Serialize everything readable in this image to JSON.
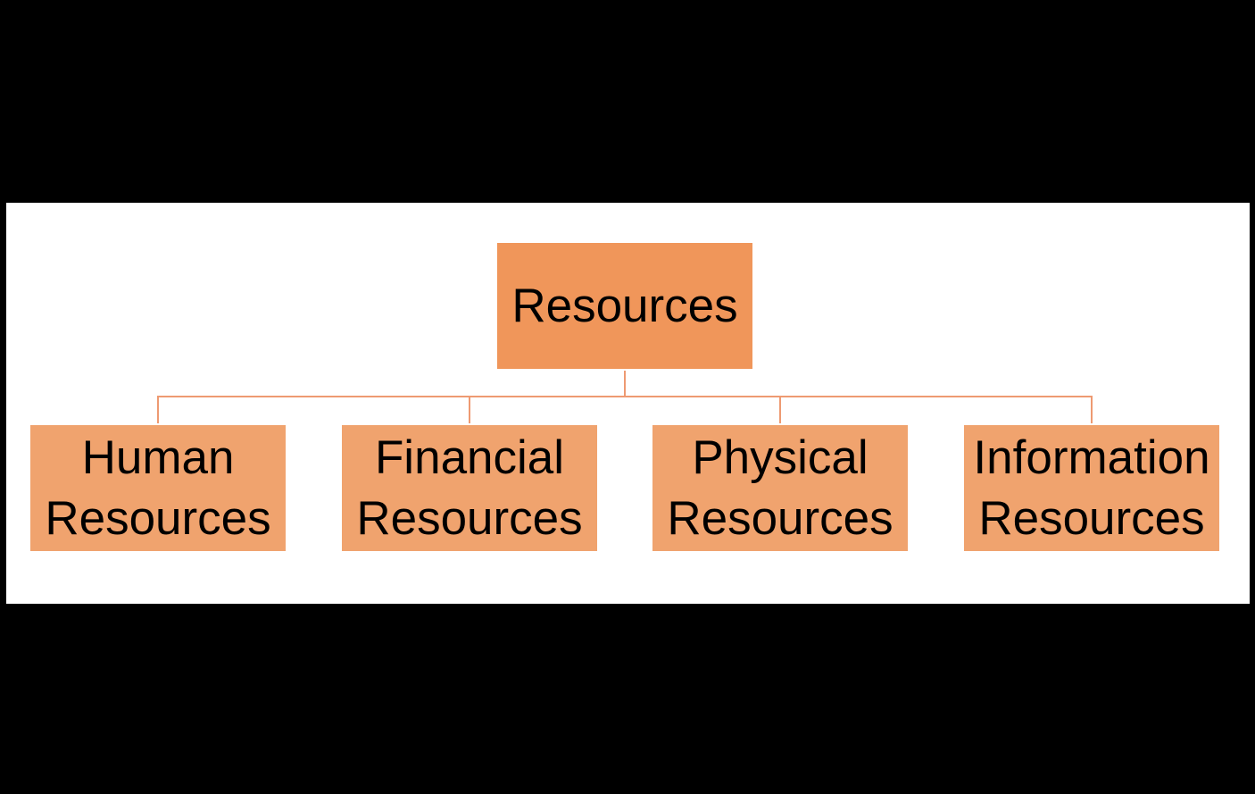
{
  "diagram": {
    "type": "org-chart",
    "root": {
      "label": "Resources",
      "color": "#F0965A"
    },
    "children": [
      {
        "line1": "Human",
        "line2": "Resources",
        "color": "#F0A36E"
      },
      {
        "line1": "Financial",
        "line2": "Resources",
        "color": "#F0A36E"
      },
      {
        "line1": "Physical",
        "line2": "Resources",
        "color": "#F0A36E"
      },
      {
        "line1": "Information",
        "line2": "Resources",
        "color": "#F0A36E"
      }
    ],
    "connector_color": "#EE9A72",
    "background": "#FFFFFF",
    "frame": "#000000"
  }
}
